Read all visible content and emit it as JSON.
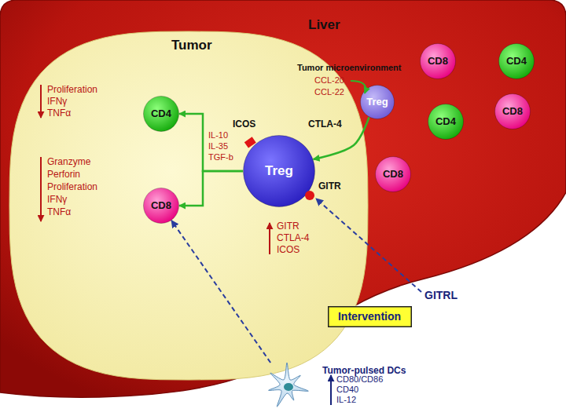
{
  "diagram": {
    "nodes": [
      {
        "text": [
          "Liver"
        ]
      },
      {
        "text": [
          "Tumor"
        ],
        "in": 0
      },
      {
        "text": [
          "CD8"
        ],
        "in": 0
      },
      {
        "text": [
          "CD4"
        ],
        "in": 0
      },
      {
        "text": [
          "CD4"
        ],
        "in": 0
      },
      {
        "text": [
          "CD8"
        ],
        "in": 0
      },
      {
        "text": [
          "CD8"
        ],
        "in": 0
      },
      {
        "text": [
          "CD4"
        ],
        "in": 1
      },
      {
        "text": [
          "CD8"
        ],
        "in": 1
      },
      {
        "text": [
          "Treg"
        ],
        "in": 0
      },
      {
        "text": [
          "Treg"
        ],
        "in": 1
      },
      {
        "text": [
          "Intervention"
        ]
      },
      {
        "text": [
          "Tumor-pulsed DCs"
        ]
      }
    ],
    "edges": [
      {
        "from": 9,
        "to": 10,
        "arrow": "to"
      },
      {
        "from": 10,
        "to": 7,
        "arrow": "to"
      },
      {
        "from": 10,
        "to": 8,
        "arrow": "to"
      },
      {
        "from": 12,
        "to": 8,
        "arrow": "to"
      }
    ],
    "labels": [
      "Proliferation",
      "IFNγ",
      "TNFα",
      "Granzyme",
      "Perforin",
      "Proliferation",
      "IFNγ",
      "TNFα",
      "Tumor microenvironment",
      "CCL-20",
      "CCL-22",
      "IL-10",
      "IL-35",
      "TGF-b",
      "ICOS",
      "CTLA-4",
      "GITR",
      "GITR",
      "CTLA-4",
      "ICOS",
      "GITRL",
      "CD80/CD86",
      "CD40",
      "IL-12"
    ]
  }
}
